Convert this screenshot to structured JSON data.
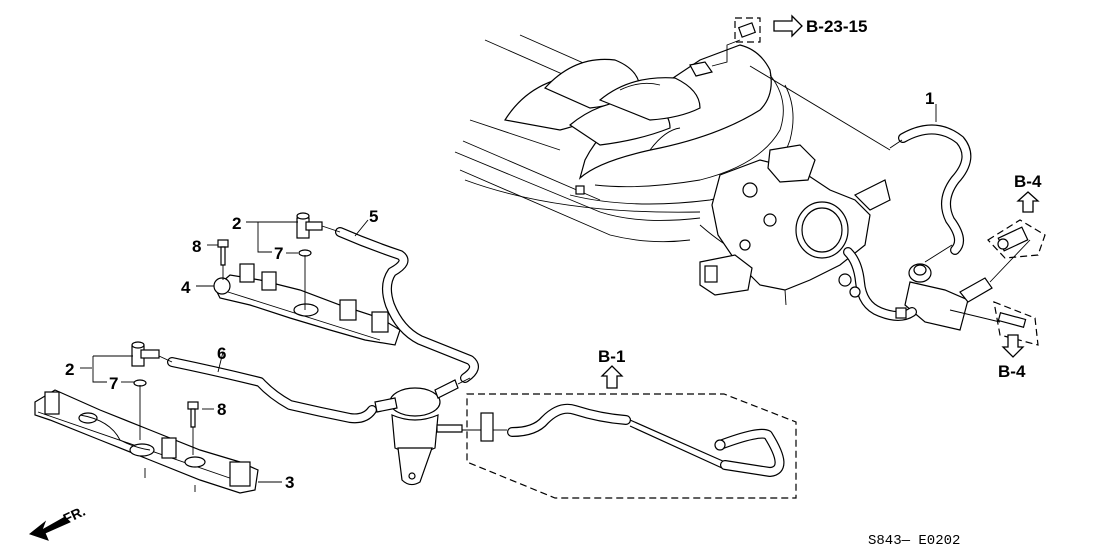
{
  "diagram": {
    "callouts": {
      "c1": "1",
      "c2a": "2",
      "c2b": "2",
      "c3": "3",
      "c4": "4",
      "c5": "5",
      "c6": "6",
      "c7a": "7",
      "c7b": "7",
      "c8a": "8",
      "c8b": "8"
    },
    "references": {
      "b23_15": "B-23-15",
      "b4_top": "B-4",
      "b4_bottom": "B-4",
      "b1": "B-1"
    },
    "front_indicator": "FR.",
    "drawing_code": "S843— E0202",
    "icons": {
      "front": "arrow-front-icon",
      "ref_arrow": "hollow-arrow-icon"
    }
  }
}
